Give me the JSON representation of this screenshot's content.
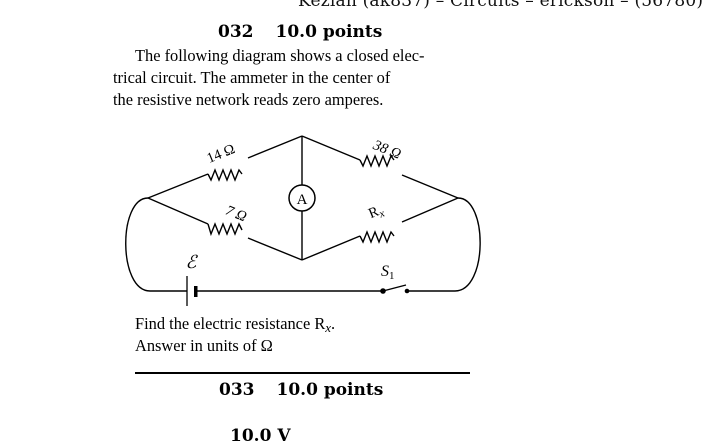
{
  "page_header": "Keziah (ak837) – Circuits – erickson – (56780)",
  "question_032": {
    "number": "032",
    "points": "10.0 points",
    "paragraph_lines": [
      "The following diagram shows a closed elec-",
      "trical circuit.  The ammeter in the center of",
      "the resistive network reads zero amperes."
    ],
    "prompt": "Find the electric resistance R",
    "prompt_subscript": "x",
    "prompt_end": ".",
    "answer_units": "Answer in units of  Ω"
  },
  "circuit": {
    "resistors": [
      {
        "id": "top-left",
        "label": "14 Ω"
      },
      {
        "id": "top-right",
        "label": "38 Ω"
      },
      {
        "id": "bottom-left",
        "label": "7 Ω"
      },
      {
        "id": "bottom-right",
        "label": "R",
        "subscript": "x"
      }
    ],
    "ammeter_label": "A",
    "emf_label": "ℰ",
    "switch_label": "S",
    "switch_subscript": "1",
    "ammeter_reading": "0 A"
  },
  "question_033": {
    "number": "033",
    "points": "10.0 points",
    "next_line_partial": "10.0 V"
  }
}
